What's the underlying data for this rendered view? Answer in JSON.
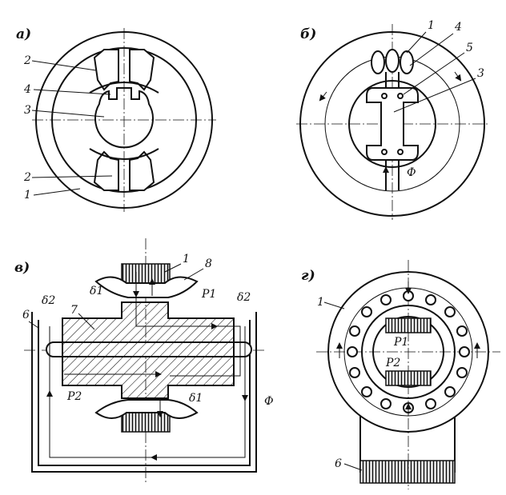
{
  "panels": {
    "a": {
      "label": "a)",
      "numbers": [
        "2",
        "4",
        "3",
        "2",
        "1"
      ]
    },
    "b": {
      "label": "б)",
      "numbers": [
        "1",
        "4",
        "5",
        "3"
      ],
      "flux": "Ф"
    },
    "c": {
      "label": "в)",
      "numbers": [
        "1",
        "8",
        "7",
        "6"
      ],
      "deltas": [
        "δ2",
        "δ1",
        "δ2",
        "δ1"
      ],
      "poles": [
        "P1",
        "P2"
      ],
      "flux": "Ф"
    },
    "d": {
      "label": "г)",
      "numbers": [
        "1",
        "6"
      ],
      "poles": [
        "P1",
        "P2"
      ]
    }
  }
}
